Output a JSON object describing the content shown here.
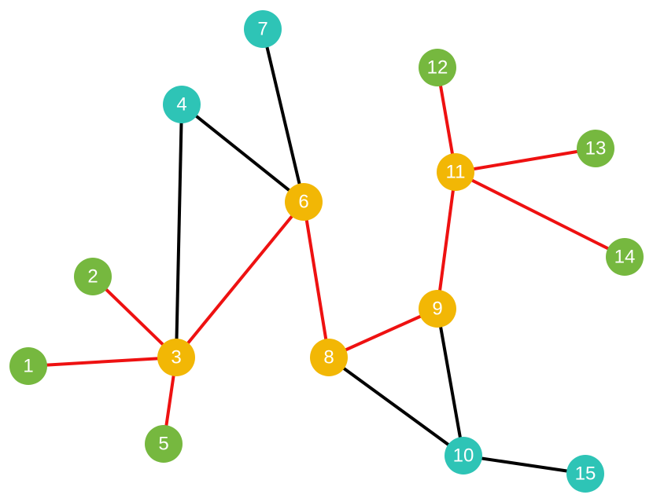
{
  "colors": {
    "green": "#76b83f",
    "teal": "#2ec4b6",
    "yellow": "#f2b705",
    "red_edge": "#ee1111",
    "black_edge": "#000000"
  },
  "nodes": [
    {
      "id": "1",
      "label": "1",
      "color": "green"
    },
    {
      "id": "2",
      "label": "2",
      "color": "green"
    },
    {
      "id": "3",
      "label": "3",
      "color": "yellow"
    },
    {
      "id": "4",
      "label": "4",
      "color": "teal"
    },
    {
      "id": "5",
      "label": "5",
      "color": "green"
    },
    {
      "id": "6",
      "label": "6",
      "color": "yellow"
    },
    {
      "id": "7",
      "label": "7",
      "color": "teal"
    },
    {
      "id": "8",
      "label": "8",
      "color": "yellow"
    },
    {
      "id": "9",
      "label": "9",
      "color": "yellow"
    },
    {
      "id": "10",
      "label": "10",
      "color": "teal"
    },
    {
      "id": "11",
      "label": "11",
      "color": "yellow"
    },
    {
      "id": "12",
      "label": "12",
      "color": "green"
    },
    {
      "id": "13",
      "label": "13",
      "color": "green"
    },
    {
      "id": "14",
      "label": "14",
      "color": "green"
    },
    {
      "id": "15",
      "label": "15",
      "color": "teal"
    }
  ],
  "edges": [
    {
      "from": "1",
      "to": "3",
      "color": "red_edge"
    },
    {
      "from": "2",
      "to": "3",
      "color": "red_edge"
    },
    {
      "from": "3",
      "to": "5",
      "color": "red_edge"
    },
    {
      "from": "3",
      "to": "6",
      "color": "red_edge"
    },
    {
      "from": "4",
      "to": "3",
      "color": "black_edge"
    },
    {
      "from": "4",
      "to": "6",
      "color": "black_edge"
    },
    {
      "from": "7",
      "to": "6",
      "color": "black_edge"
    },
    {
      "from": "6",
      "to": "8",
      "color": "red_edge"
    },
    {
      "from": "8",
      "to": "9",
      "color": "red_edge"
    },
    {
      "from": "8",
      "to": "10",
      "color": "black_edge"
    },
    {
      "from": "9",
      "to": "10",
      "color": "black_edge"
    },
    {
      "from": "9",
      "to": "11",
      "color": "red_edge"
    },
    {
      "from": "12",
      "to": "11",
      "color": "red_edge"
    },
    {
      "from": "11",
      "to": "13",
      "color": "red_edge"
    },
    {
      "from": "11",
      "to": "14",
      "color": "red_edge"
    },
    {
      "from": "10",
      "to": "15",
      "color": "black_edge"
    }
  ]
}
